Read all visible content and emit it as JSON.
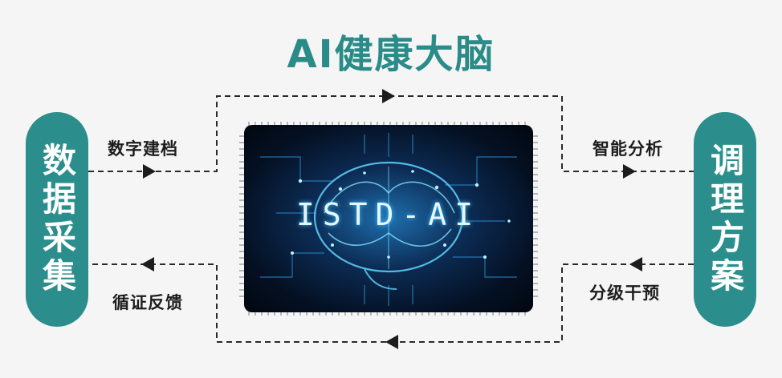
{
  "title": "AI健康大脑",
  "left_pill": "数据采集",
  "right_pill": "调理方案",
  "chip_label": "ISTD-AI",
  "steps": {
    "top_left": "数字建档",
    "top_right": "智能分析",
    "bottom_right": "分级干预",
    "bottom_left": "循证反馈"
  },
  "colors": {
    "teal": "#2b8e8c",
    "title": "#2a8b88",
    "chip_glow": "#3cc6ff"
  }
}
